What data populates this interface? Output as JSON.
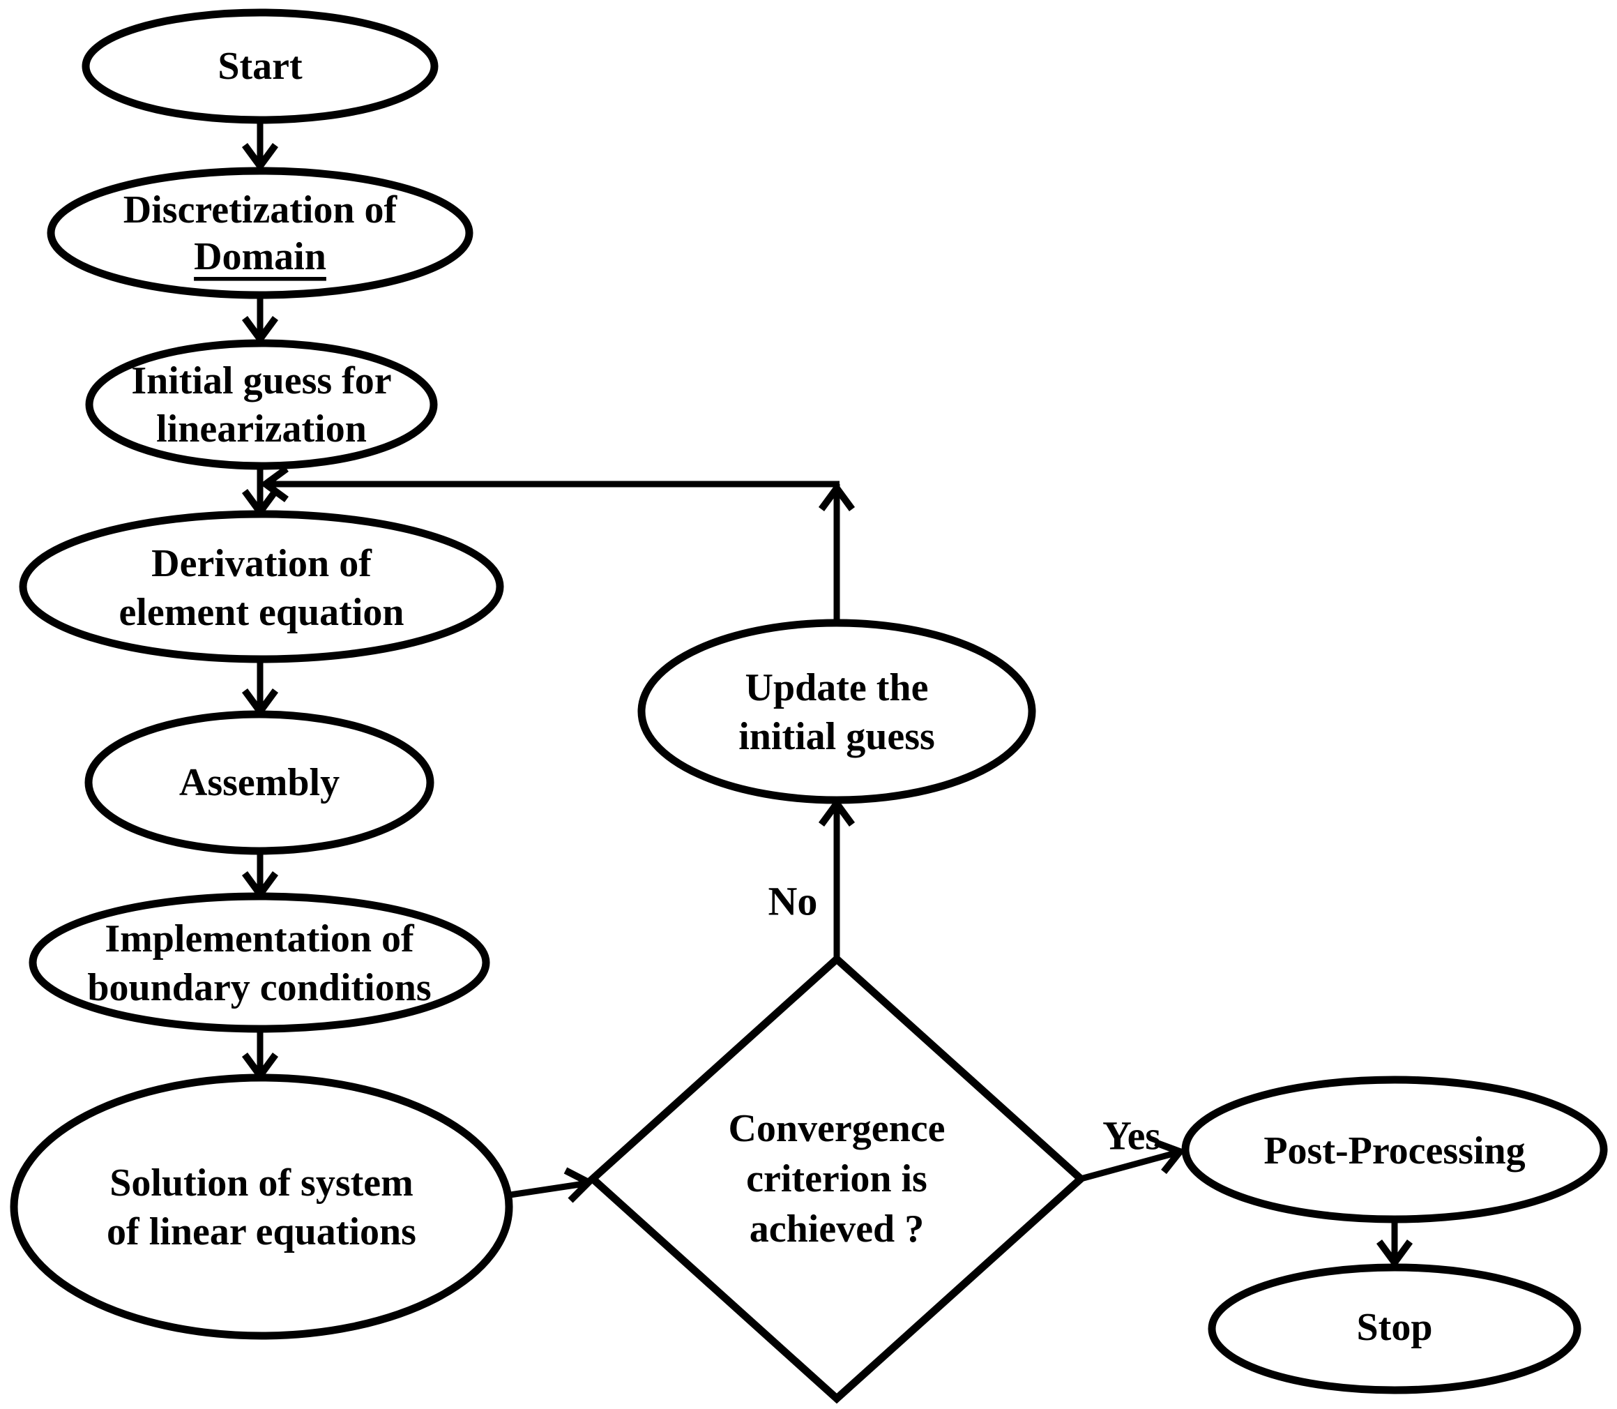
{
  "diagram": {
    "type": "flowchart",
    "background_color": "#ffffff",
    "stroke_color": "#000000",
    "text_color": "#000000",
    "nodes": {
      "start": {
        "shape": "ellipse",
        "lines": [
          "Start"
        ]
      },
      "discretization": {
        "shape": "ellipse",
        "lines": [
          "Discretization of",
          "Domain"
        ],
        "underlined_line": 1
      },
      "initial_guess": {
        "shape": "ellipse",
        "lines": [
          "Initial guess for",
          "linearization"
        ]
      },
      "derivation": {
        "shape": "ellipse",
        "lines": [
          "Derivation of",
          "element equation"
        ]
      },
      "assembly": {
        "shape": "ellipse",
        "lines": [
          "Assembly"
        ]
      },
      "implementation": {
        "shape": "ellipse",
        "lines": [
          "Implementation of",
          "boundary conditions"
        ]
      },
      "solution": {
        "shape": "ellipse",
        "lines": [
          "Solution of system",
          "of linear equations"
        ]
      },
      "decision": {
        "shape": "diamond",
        "lines": [
          "Convergence",
          "criterion is",
          "achieved ?"
        ]
      },
      "update": {
        "shape": "ellipse",
        "lines": [
          "Update the",
          "initial guess"
        ]
      },
      "post_processing": {
        "shape": "ellipse",
        "lines": [
          "Post-Processing"
        ]
      },
      "stop": {
        "shape": "ellipse",
        "lines": [
          "Stop"
        ]
      }
    },
    "edges": [
      {
        "from": "start",
        "to": "discretization"
      },
      {
        "from": "discretization",
        "to": "initial_guess"
      },
      {
        "from": "initial_guess",
        "to": "derivation"
      },
      {
        "from": "derivation",
        "to": "assembly"
      },
      {
        "from": "assembly",
        "to": "implementation"
      },
      {
        "from": "implementation",
        "to": "solution"
      },
      {
        "from": "solution",
        "to": "decision"
      },
      {
        "from": "decision",
        "to": "update",
        "label": "No"
      },
      {
        "from": "update",
        "to": "initial_guess-derivation junction (feedback loop)"
      },
      {
        "from": "decision",
        "to": "post_processing",
        "label": "Yes"
      },
      {
        "from": "post_processing",
        "to": "stop"
      }
    ]
  }
}
